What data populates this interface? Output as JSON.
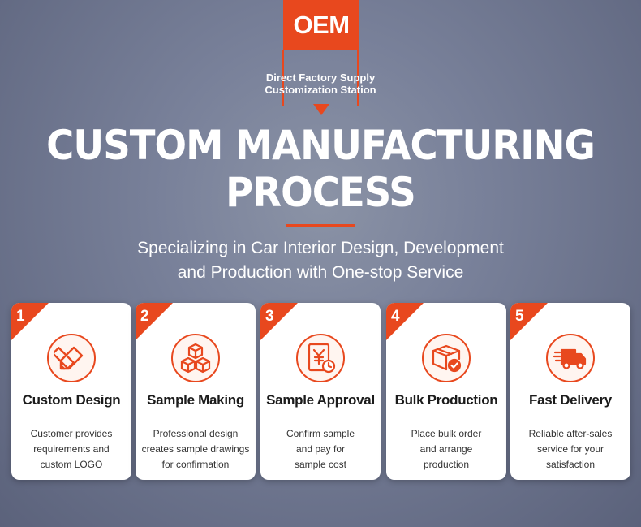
{
  "header": {
    "badge": "OEM",
    "tagline_line1": "Direct Factory Supply",
    "tagline_line2": "Customization Station"
  },
  "title": {
    "line1": "CUSTOM MANUFACTURING",
    "line2": "PROCESS"
  },
  "subtitle": {
    "line1": "Specializing in Car Interior Design, Development",
    "line2": "and Production with One-stop Service"
  },
  "accent_color": "#e8481e",
  "steps": [
    {
      "number": "1",
      "title": "Custom Design",
      "icon": "pencil-ruler-icon",
      "desc_line1": "Customer provides",
      "desc_line2": "requirements and",
      "desc_line3": "custom LOGO"
    },
    {
      "number": "2",
      "title": "Sample Making",
      "icon": "boxes-icon",
      "desc_line1": "Professional design",
      "desc_line2": "creates sample drawings",
      "desc_line3": "for confirmation"
    },
    {
      "number": "3",
      "title": "Sample Approval",
      "icon": "yen-clock-icon",
      "desc_line1": "Confirm sample",
      "desc_line2": "and pay for",
      "desc_line3": "sample cost"
    },
    {
      "number": "4",
      "title": "Bulk Production",
      "icon": "package-check-icon",
      "desc_line1": "Place bulk order",
      "desc_line2": "and arrange",
      "desc_line3": "production"
    },
    {
      "number": "5",
      "title": "Fast Delivery",
      "icon": "delivery-truck-icon",
      "desc_line1": "Reliable after-sales",
      "desc_line2": "service for your",
      "desc_line3": "satisfaction"
    }
  ]
}
